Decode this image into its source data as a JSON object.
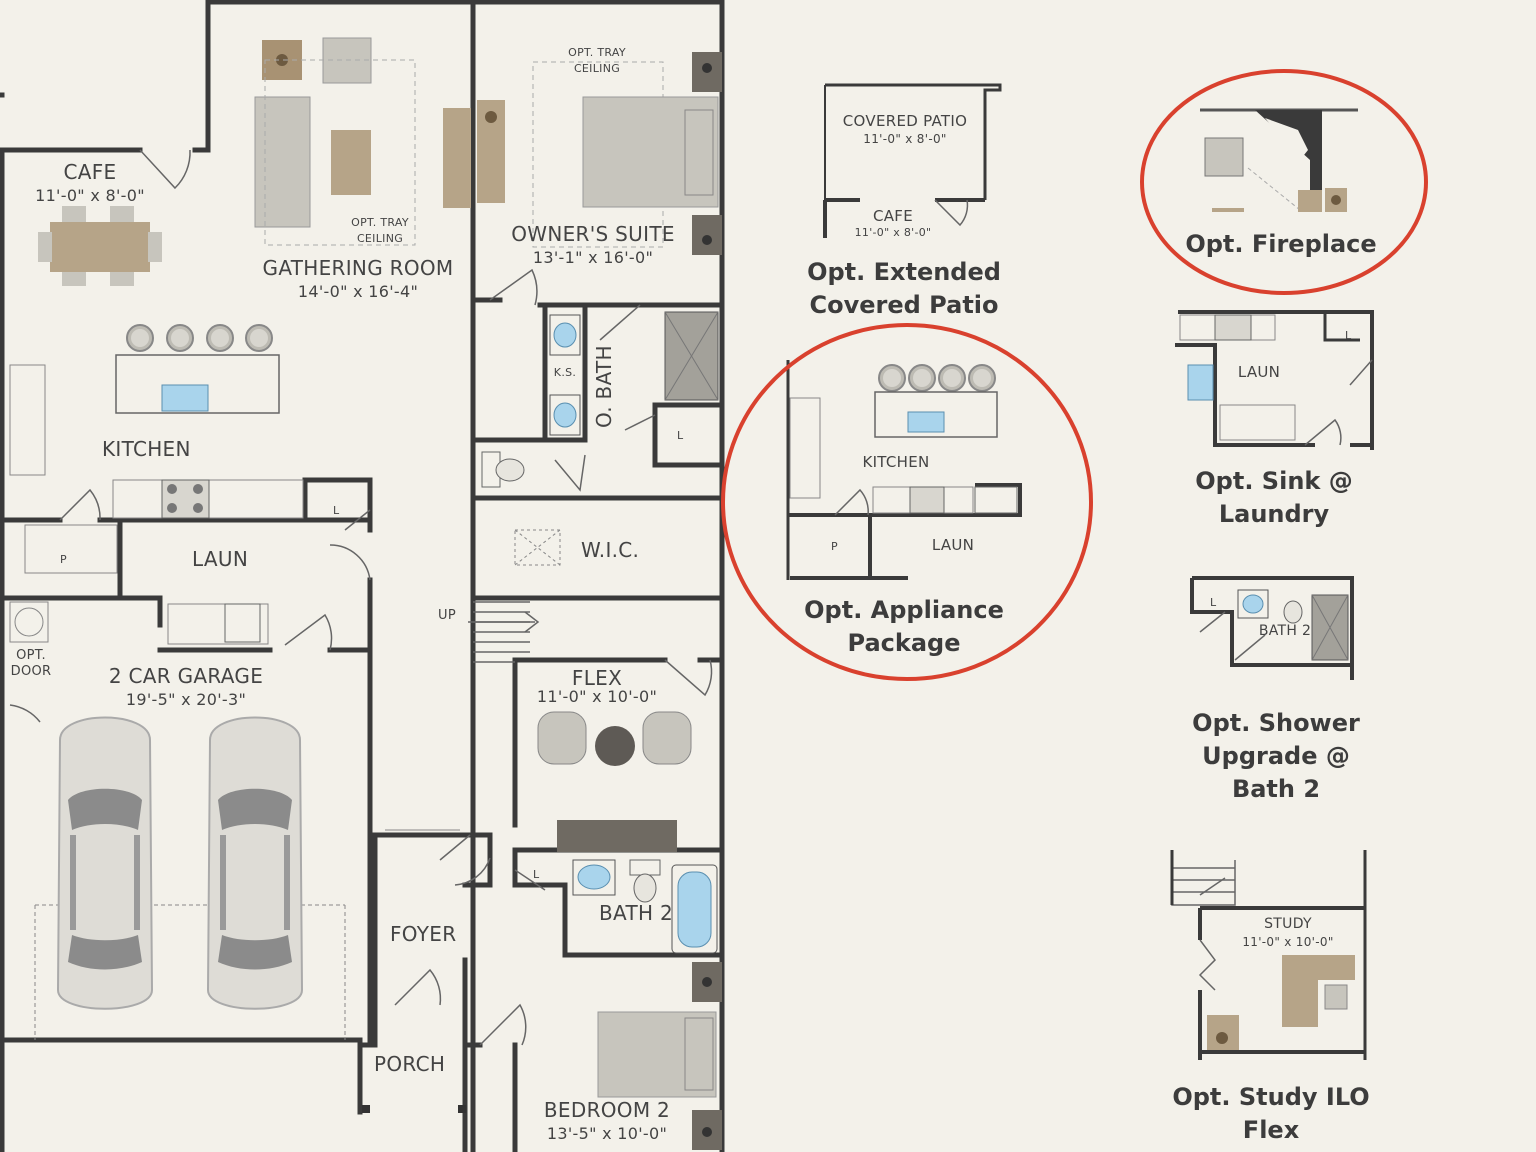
{
  "main_plan": {
    "cafe": {
      "name": "CAFE",
      "dim": "11'-0\" x 8'-0\""
    },
    "gathering_room": {
      "name": "GATHERING ROOM",
      "dim": "14'-0\" x 16'-4\""
    },
    "tray_ceiling_gathering": [
      "OPT. TRAY",
      "CEILING"
    ],
    "tray_ceiling_owner": [
      "OPT. TRAY",
      "CEILING"
    ],
    "owners_suite": {
      "name": "OWNER'S SUITE",
      "dim": "13'-1\" x 16'-0\""
    },
    "kitchen": "KITCHEN",
    "o_bath": "O. BATH",
    "ks": "K.S.",
    "linen": "L",
    "wic": "W.I.C.",
    "laun": "LAUN",
    "pantry": "P",
    "up": "UP",
    "opt_door": [
      "OPT.",
      "DOOR"
    ],
    "garage": {
      "name": "2 CAR GARAGE",
      "dim": "19'-5\" x 20'-3\""
    },
    "flex": {
      "name": "FLEX",
      "dim": "11'-0\" x 10'-0\""
    },
    "bath2": "BATH 2",
    "foyer": "FOYER",
    "porch": "PORCH",
    "bedroom2": {
      "name": "BEDROOM 2",
      "dim": "13'-5\" x 10'-0\""
    }
  },
  "options": {
    "covered_patio": {
      "room": "COVERED PATIO",
      "dim": "11'-0\" x 8'-0\"",
      "cafe": "CAFE",
      "cafe_dim": "11'-0\" x 8'-0\"",
      "title": [
        "Opt. Extended",
        "Covered Patio"
      ]
    },
    "fireplace": {
      "title": "Opt. Fireplace"
    },
    "appliance": {
      "kitchen": "KITCHEN",
      "laun": "LAUN",
      "pantry": "P",
      "title": [
        "Opt. Appliance",
        "Package"
      ]
    },
    "sink_laundry": {
      "laun": "LAUN",
      "linen": "L",
      "title": [
        "Opt. Sink @",
        "Laundry"
      ]
    },
    "shower_upgrade": {
      "bath": "BATH 2",
      "linen": "L",
      "title": [
        "Opt. Shower",
        "Upgrade @",
        "Bath 2"
      ]
    },
    "study": {
      "room": "STUDY",
      "dim": "11'-0\" x 10'-0\"",
      "title": [
        "Opt. Study ILO",
        "Flex"
      ]
    }
  },
  "colors": {
    "wall": "#3a3a3a",
    "furniture_gray": "#c7c5bd",
    "furniture_tan": "#b6a488",
    "sink_blue": "#a9d4ec",
    "highlight_red": "#d9412e",
    "background": "#f3f1ea"
  }
}
